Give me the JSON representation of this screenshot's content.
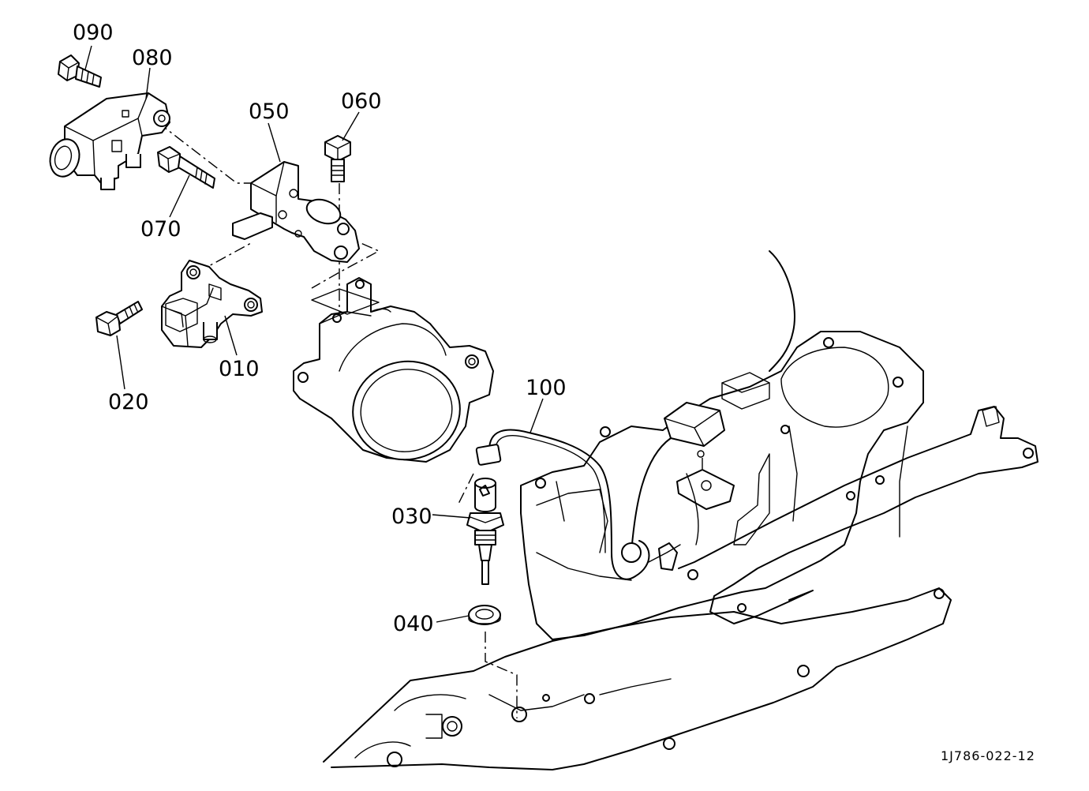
{
  "callouts": {
    "c090": "090",
    "c080": "080",
    "c050": "050",
    "c060": "060",
    "c070": "070",
    "c010": "010",
    "c020": "020",
    "c100": "100",
    "c030": "030",
    "c040": "040"
  },
  "drawing_code": "1J786-022-12"
}
